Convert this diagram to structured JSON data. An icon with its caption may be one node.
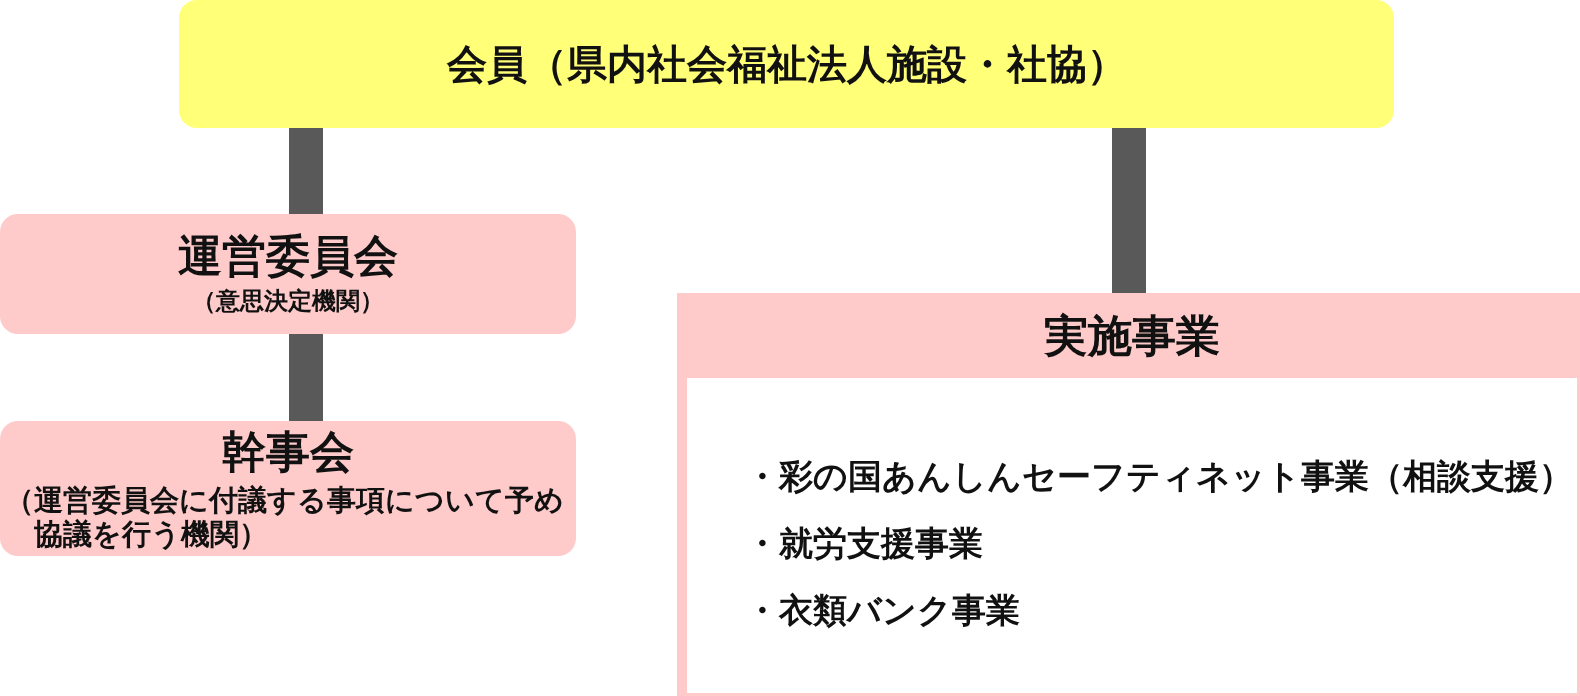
{
  "diagram": {
    "nodes": [
      {
        "text": [
          "会員（県内社会福祉法人施設・社協）"
        ]
      },
      {
        "text": [
          "運営委員会",
          "（意思決定機関）"
        ]
      },
      {
        "text": [
          "幹事会",
          "（運営委員会に付議する事項について予め協議を行う機関）"
        ]
      },
      {
        "text": [
          "実施事業",
          "・彩の国あんしんセーフティネット事業（相談支援）",
          "・就労支援事業",
          "・衣類バンク事業"
        ]
      }
    ],
    "edges": [
      {
        "from": 0,
        "to": 1,
        "arrow": "none"
      },
      {
        "from": 1,
        "to": 2,
        "arrow": "none"
      },
      {
        "from": 0,
        "to": 3,
        "arrow": "none"
      }
    ]
  }
}
